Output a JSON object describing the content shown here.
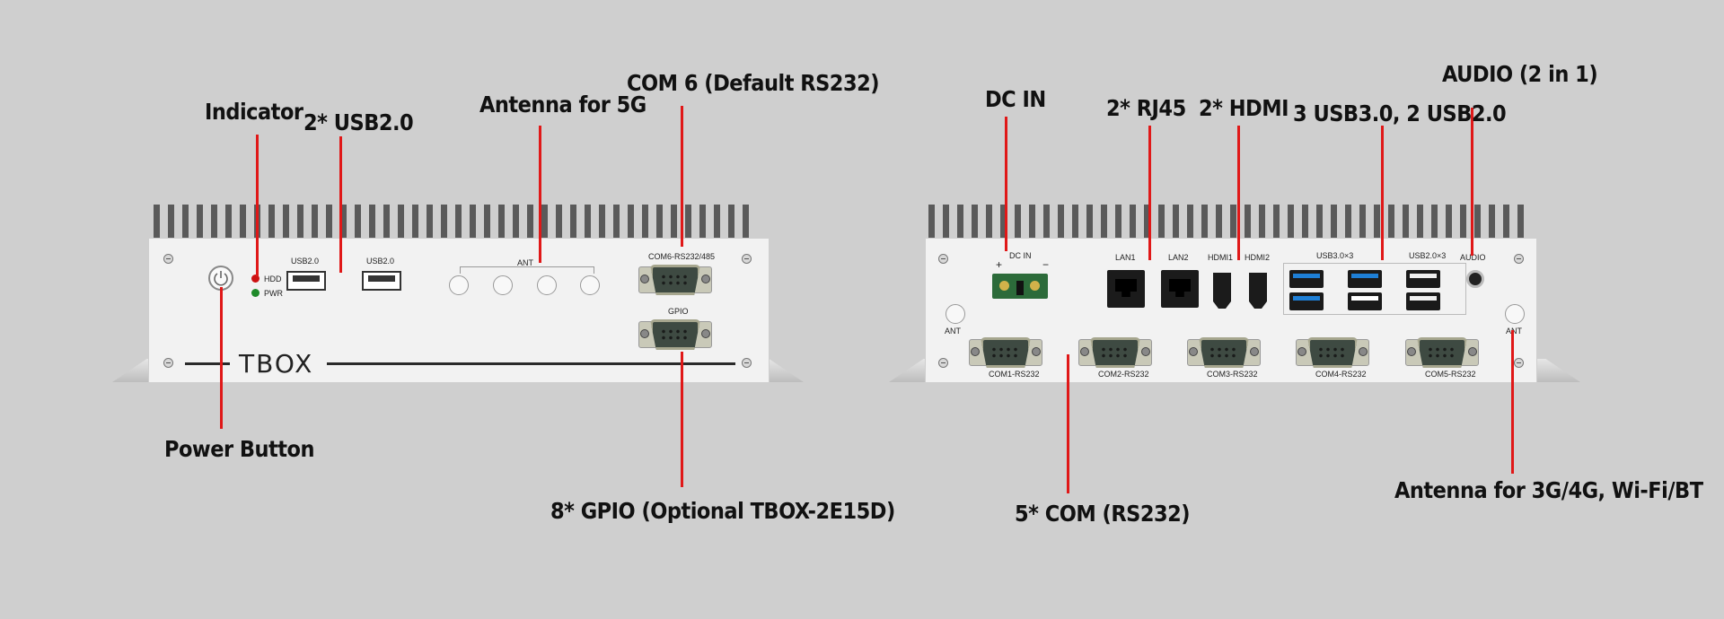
{
  "callouts": {
    "indicator": "Indicator",
    "usb2": "2* USB2.0",
    "antenna5g": "Antenna for 5G",
    "com6": "COM 6 (Default RS232)",
    "power": "Power Button",
    "gpio": "8* GPIO (Optional TBOX-2E15D)",
    "dcin": "DC IN",
    "rj45": "2* RJ45",
    "hdmi": "2* HDMI",
    "usb3": "3 USB3.0, 2 USB2.0",
    "audio": "AUDIO (2 in 1)",
    "com": "5* COM (RS232)",
    "ant34g": "Antenna for 3G/4G, Wi-Fi/BT"
  },
  "front": {
    "brand": "TBOX",
    "hdd": "HDD",
    "pwr": "PWR",
    "usb_a": "USB2.0",
    "usb_b": "USB2.0",
    "ant": "ANT",
    "com6": "COM6-RS232/485",
    "gpio": "GPIO"
  },
  "rear": {
    "dcin": "DC IN",
    "plus": "+",
    "minus": "−",
    "ant_left": "ANT",
    "ant_right": "ANT",
    "lan1": "LAN1",
    "lan2": "LAN2",
    "hdmi1": "HDMI1",
    "hdmi2": "HDMI2",
    "usb3": "USB3.0×3",
    "usb2": "USB2.0×3",
    "audio": "AUDIO",
    "com1": "COM1-RS232",
    "com2": "COM2-RS232",
    "com3": "COM3-RS232",
    "com4": "COM4-RS232",
    "com5": "COM5-RS232"
  },
  "colors": {
    "leader": "#e01818",
    "background": "#cfcfcf",
    "panel": "#f2f2f2",
    "led_red": "#cc1111",
    "led_green": "#1f8a2a",
    "usb3_blue": "#1e7fd6",
    "terminal_green": "#2c6b3a"
  }
}
